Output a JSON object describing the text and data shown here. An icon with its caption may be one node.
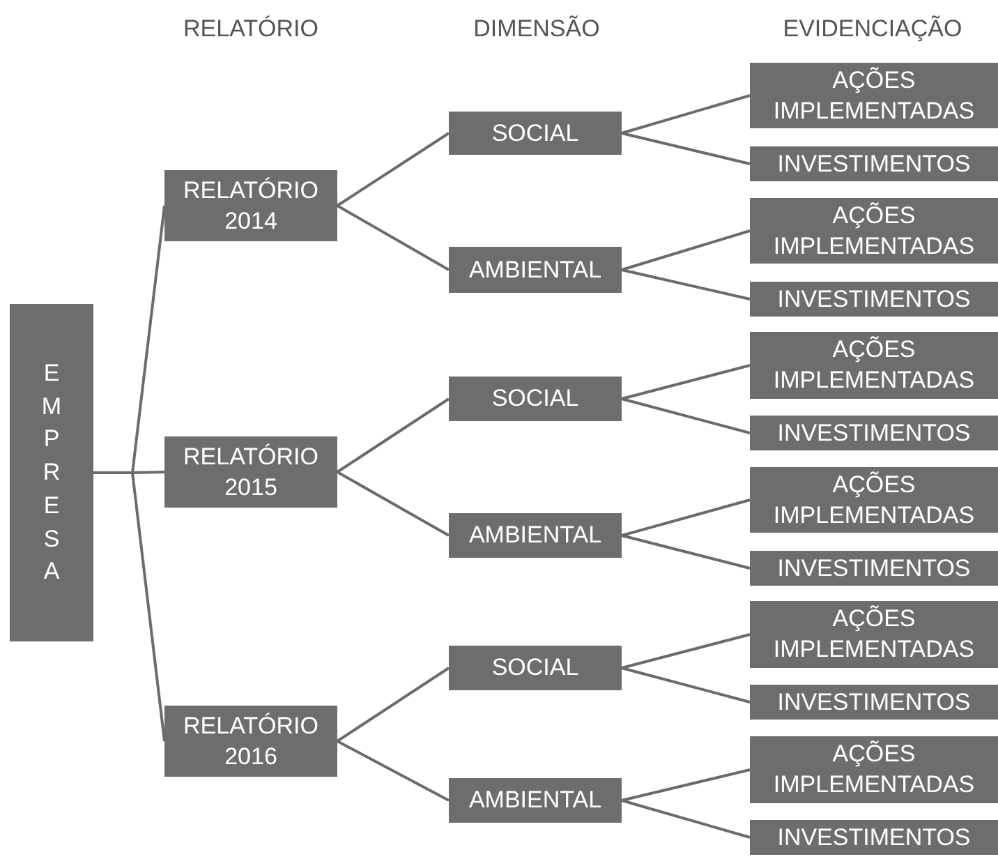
{
  "diagram": {
    "nodes": [
      {
        "text": [
          "EMPRESA"
        ]
      },
      {
        "text": [
          "RELATÓRIO 2014"
        ]
      },
      {
        "text": [
          "SOCIAL"
        ]
      },
      {
        "text": [
          "AÇÕES IMPLEMENTADAS"
        ]
      },
      {
        "text": [
          "INVESTIMENTOS"
        ]
      },
      {
        "text": [
          "AMBIENTAL"
        ]
      },
      {
        "text": [
          "AÇÕES IMPLEMENTADAS"
        ]
      },
      {
        "text": [
          "INVESTIMENTOS"
        ]
      },
      {
        "text": [
          "RELATÓRIO 2015"
        ]
      },
      {
        "text": [
          "SOCIAL"
        ]
      },
      {
        "text": [
          "AÇÕES IMPLEMENTADAS"
        ]
      },
      {
        "text": [
          "INVESTIMENTOS"
        ]
      },
      {
        "text": [
          "AMBIENTAL"
        ]
      },
      {
        "text": [
          "AÇÕES IMPLEMENTADAS"
        ]
      },
      {
        "text": [
          "INVESTIMENTOS"
        ]
      },
      {
        "text": [
          "RELATÓRIO 2016"
        ]
      },
      {
        "text": [
          "SOCIAL"
        ]
      },
      {
        "text": [
          "AÇÕES IMPLEMENTADAS"
        ]
      },
      {
        "text": [
          "INVESTIMENTOS"
        ]
      },
      {
        "text": [
          "AMBIENTAL"
        ]
      },
      {
        "text": [
          "AÇÕES IMPLEMENTADAS"
        ]
      },
      {
        "text": [
          "INVESTIMENTOS"
        ]
      }
    ],
    "edges": [
      {
        "from": 0,
        "to": 1,
        "arrow": "none"
      },
      {
        "from": 0,
        "to": 8,
        "arrow": "none"
      },
      {
        "from": 0,
        "to": 15,
        "arrow": "none"
      },
      {
        "from": 1,
        "to": 2,
        "arrow": "none"
      },
      {
        "from": 1,
        "to": 5,
        "arrow": "none"
      },
      {
        "from": 2,
        "to": 3,
        "arrow": "none"
      },
      {
        "from": 2,
        "to": 4,
        "arrow": "none"
      },
      {
        "from": 5,
        "to": 6,
        "arrow": "none"
      },
      {
        "from": 5,
        "to": 7,
        "arrow": "none"
      },
      {
        "from": 8,
        "to": 9,
        "arrow": "none"
      },
      {
        "from": 8,
        "to": 12,
        "arrow": "none"
      },
      {
        "from": 9,
        "to": 10,
        "arrow": "none"
      },
      {
        "from": 9,
        "to": 11,
        "arrow": "none"
      },
      {
        "from": 12,
        "to": 13,
        "arrow": "none"
      },
      {
        "from": 12,
        "to": 14,
        "arrow": "none"
      },
      {
        "from": 15,
        "to": 16,
        "arrow": "none"
      },
      {
        "from": 15,
        "to": 19,
        "arrow": "none"
      },
      {
        "from": 16,
        "to": 17,
        "arrow": "none"
      },
      {
        "from": 16,
        "to": 18,
        "arrow": "none"
      },
      {
        "from": 19,
        "to": 20,
        "arrow": "none"
      },
      {
        "from": 19,
        "to": 21,
        "arrow": "none"
      }
    ],
    "labels": [
      "RELATÓRIO",
      "DIMENSÃO",
      "EVIDENCIAÇÃO"
    ]
  }
}
